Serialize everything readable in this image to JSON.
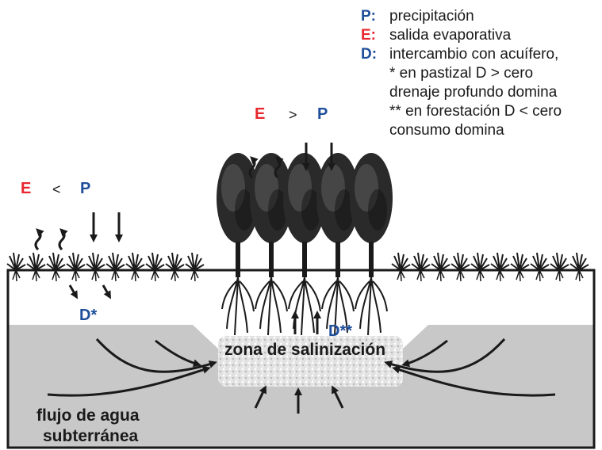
{
  "legend": {
    "p_key": "P:",
    "p_text": "precipitación",
    "e_key": "E:",
    "e_text": "salida evaporativa",
    "d_key": "D:",
    "d_text": "intercambio con acuífero,",
    "d_line2": "* en pastizal D > cero",
    "d_line3": "drenaje profundo domina",
    "d_line4": "** en forestación D < cero",
    "d_line5": "consumo domina"
  },
  "forest_balance": {
    "e": "E",
    "op": ">",
    "p": "P"
  },
  "grass_balance": {
    "e": "E",
    "op": "<",
    "p": "P"
  },
  "labels": {
    "d_grass": "D*",
    "d_forest": "D**",
    "salinization_zone": "zona de salinización",
    "groundwater_line1": "flujo de agua",
    "groundwater_line2": "subterránea"
  },
  "colors": {
    "evaporation_red": "#e8262d",
    "precipitation_blue": "#1f4e9a",
    "aquifer_gray": "#c8c8c8",
    "arrow_black": "#1a1a1a"
  }
}
